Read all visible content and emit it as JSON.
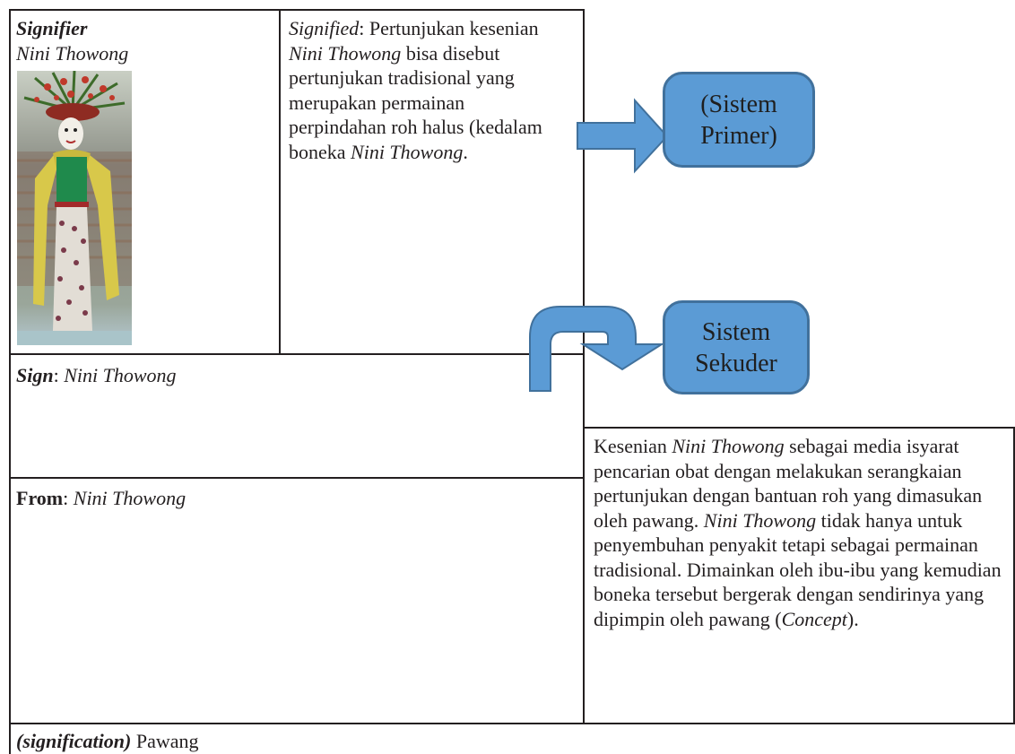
{
  "signifier": {
    "heading": "Signifier",
    "name": "Nini Thowong"
  },
  "signified": {
    "label": "Signified",
    "text_1": ": Pertunjukan kesenian ",
    "name_1": "Nini Thowong",
    "text_2": " bisa disebut pertunjukan tradisional yang merupakan permainan perpindahan roh halus (kedalam boneka ",
    "name_2": "Nini Thowong",
    "text_3": "."
  },
  "sign": {
    "label": "Sign",
    "sep": ": ",
    "value": "Nini Thowong"
  },
  "from": {
    "label": "From",
    "sep": ": ",
    "value": "Nini Thowong"
  },
  "concept": {
    "text_1": "Kesenian ",
    "name_1": "Nini Thowong",
    "text_2": " sebagai media isyarat pencarian obat dengan melakukan serangkaian pertunjukan dengan bantuan roh yang dimasukan oleh pawang. ",
    "name_2": "Nini Thowong",
    "text_3": " tidak hanya untuk penyembuhan penyakit tetapi sebagai permainan tradisional. Dimainkan oleh ibu-ibu yang kemudian boneka tersebut bergerak dengan sendirinya yang dipimpin oleh pawang (",
    "concept_label": "Concept",
    "text_4": ")."
  },
  "signification": {
    "label": "(signification)",
    "value": " Pawang"
  },
  "boxes": {
    "primary": [
      "(Sistem",
      "Primer)"
    ],
    "secondary": [
      "Sistem",
      "Sekuder"
    ]
  },
  "colors": {
    "box_fill": "#5b9bd5",
    "box_border": "#41719c",
    "arrow_fill": "#5b9bd5",
    "arrow_stroke": "#41719c"
  },
  "icons": {
    "photo": "nini-thowong-doll-photo",
    "right_arrow": "block-arrow-right",
    "curved_arrow": "bent-uturn-arrow"
  }
}
